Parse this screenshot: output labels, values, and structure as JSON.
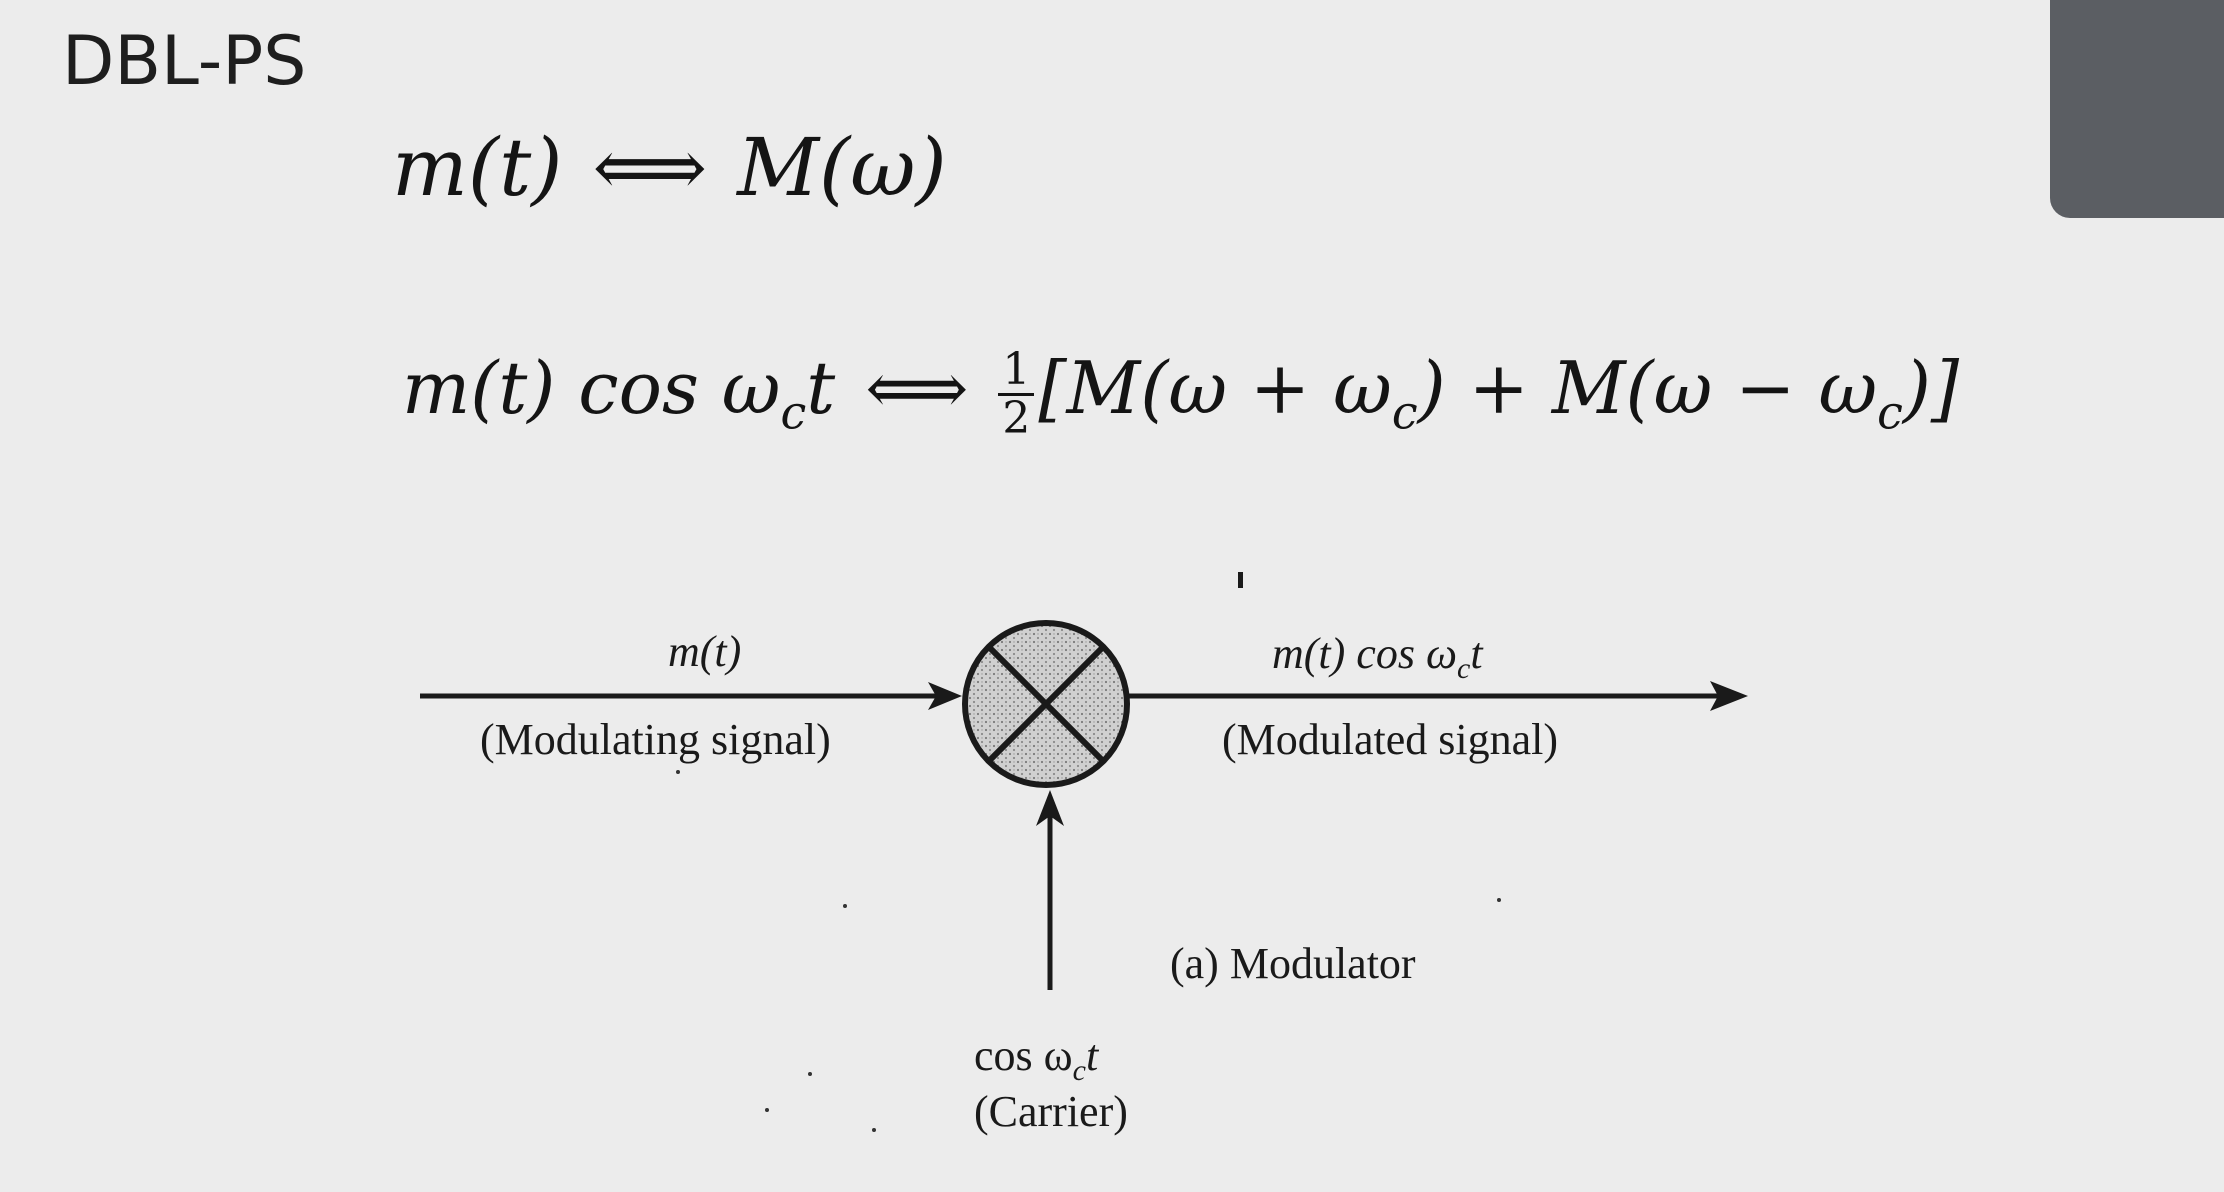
{
  "slide": {
    "title": "DBL-PS"
  },
  "equations": {
    "eq1": {
      "lhs": "m(t)",
      "arrow": "⟺",
      "rhs": "M(ω)"
    },
    "eq2": {
      "lhs": "m(t) cos ω",
      "lhs_sub": "c",
      "lhs_tail": "t",
      "arrow": "⟺",
      "frac_num": "1",
      "frac_den": "2",
      "rhs": "[M(ω + ω",
      "rhs_sub1": "c",
      "rhs_mid": ") + M(ω − ω",
      "rhs_sub2": "c",
      "rhs_end": ")]"
    }
  },
  "diagram": {
    "input_label": "m(t)",
    "input_caption": "(Modulating signal)",
    "output_label_pre": "m(t) cos ω",
    "output_label_sub": "c",
    "output_label_post": "t",
    "output_caption": "(Modulated signal)",
    "carrier_label_pre": "cos ω",
    "carrier_label_sub": "c",
    "carrier_label_post": "t",
    "carrier_caption": "(Carrier)",
    "block_caption": "(a) Modulator",
    "multiplier_icon": "multiplier-circle-icon"
  }
}
